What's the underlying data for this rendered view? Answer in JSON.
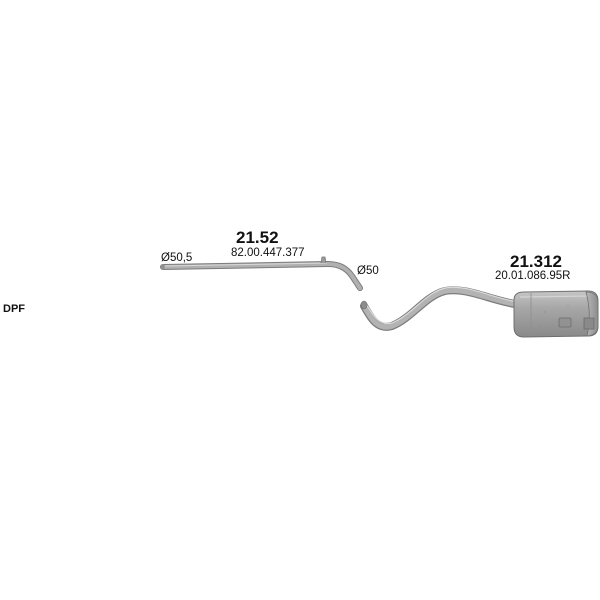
{
  "tag": "DPF",
  "parts": [
    {
      "part_number": "21.52",
      "oem_number": "82.00.447.377",
      "diameters": [
        "Ø50,5",
        "Ø50"
      ]
    },
    {
      "part_number": "21.312",
      "oem_number": "20.01.086.95R"
    }
  ],
  "colors": {
    "pipe_fill": "#a9a9a9",
    "pipe_edge": "#7c7c7c",
    "pipe_highlight": "#d7d7d7",
    "muffler_body": "#a4a4a4",
    "text": "#111111"
  }
}
